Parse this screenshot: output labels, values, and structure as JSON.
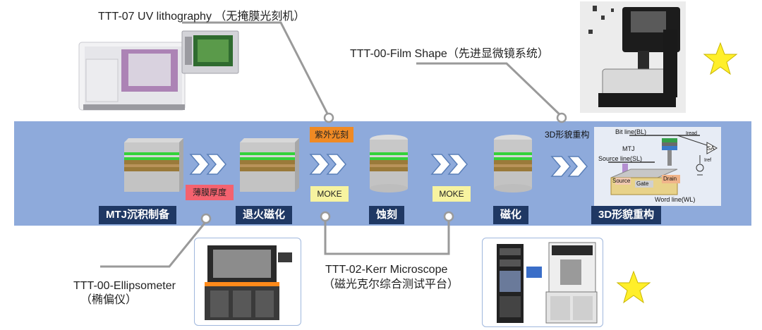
{
  "equipment": {
    "uv_lithography": "TTT-07 UV lithography （无掩膜光刻机）",
    "film_shape": "TTT-00-Film Shape（先进显微镜系统）",
    "ellipsometer_line1": "TTT-00-Ellipsometer",
    "ellipsometer_line2": "（椭偏仪）",
    "kerr_line1": "TTT-02-Kerr Microscope",
    "kerr_line2": "（磁光克尔综合测试平台）"
  },
  "steps": [
    {
      "label": "MTJ沉积制备"
    },
    {
      "label": "退火磁化"
    },
    {
      "label": "蚀刻"
    },
    {
      "label": "磁化"
    },
    {
      "label": "3D形貌重构"
    }
  ],
  "tags": {
    "thickness": "薄膜厚度",
    "uv_litho": "紫外光刻",
    "moke_1": "MOKE",
    "moke_2": "MOKE",
    "reconstruction": "3D形貌重构"
  },
  "schematic": {
    "bit_line": "Bit line(BL)",
    "mtj": "MTJ",
    "source_line": "Source line(SL)",
    "source": "Source",
    "gate": "Gate",
    "drain": "Drain",
    "word_line": "Word line(WL)",
    "sa": "SA",
    "iread": "Iread",
    "iref": "Iref"
  },
  "colors": {
    "band": "#8eaadb",
    "step_bg": "#1f3864",
    "star": "#ffef2a"
  }
}
